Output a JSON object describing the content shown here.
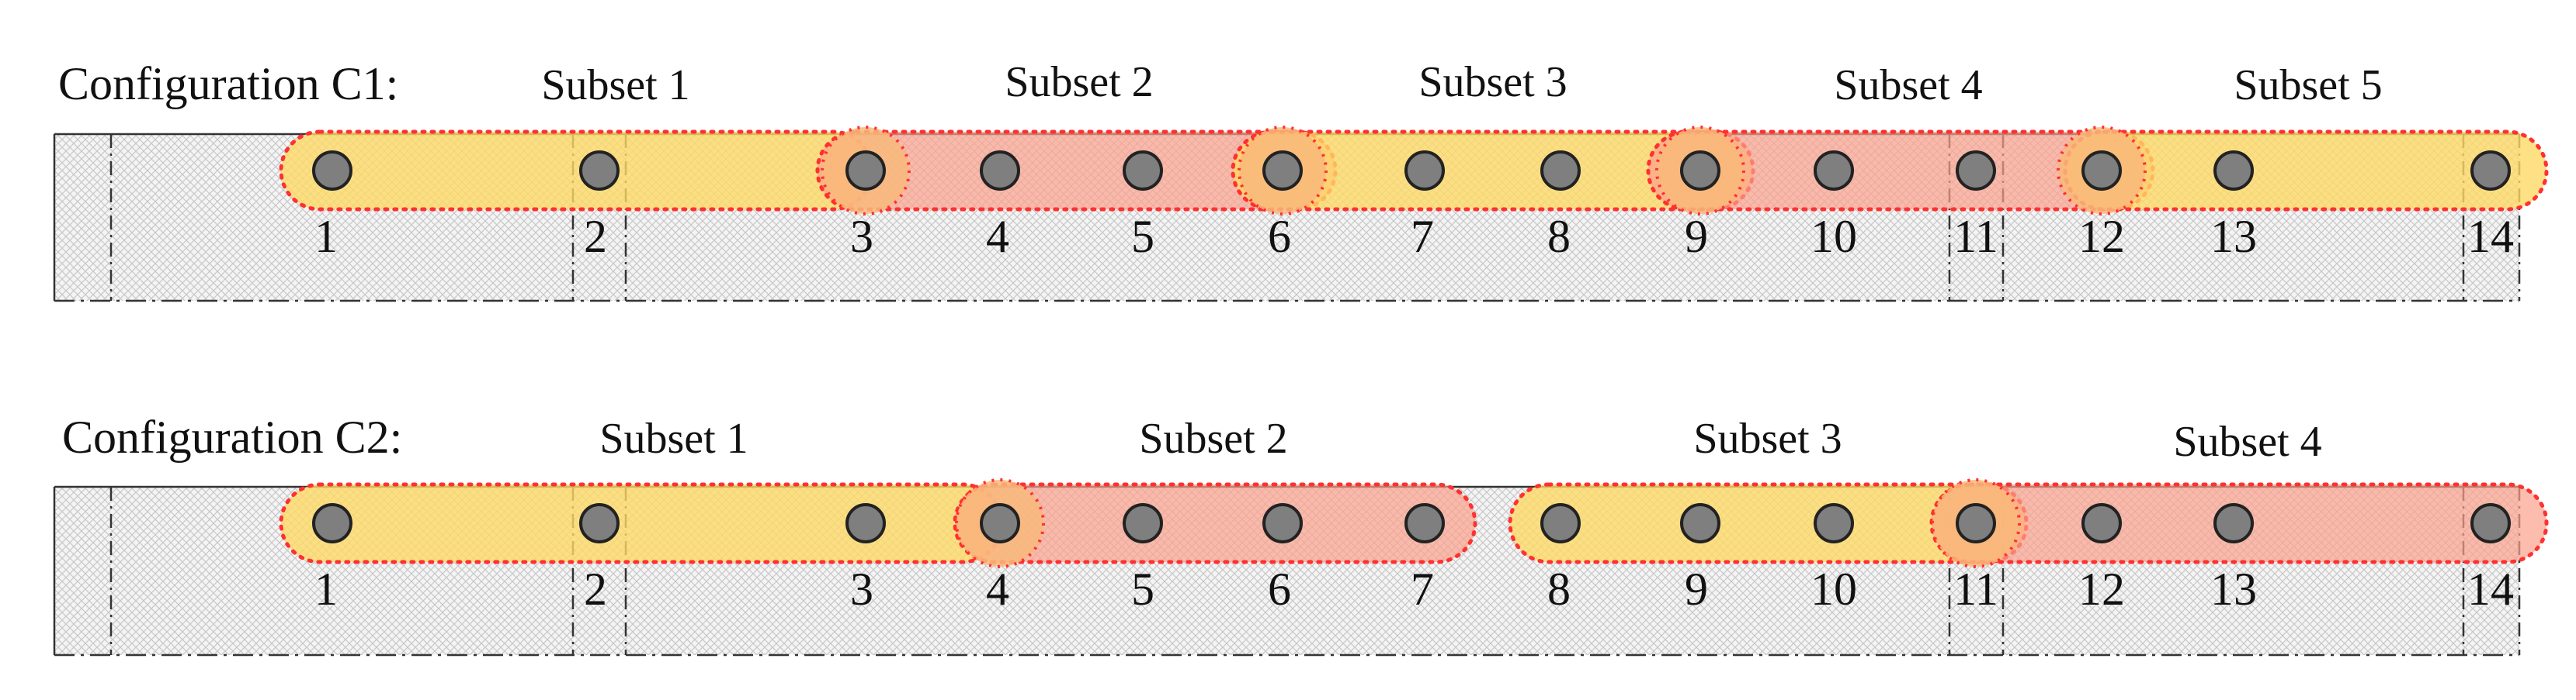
{
  "colors": {
    "background": "#ffffff",
    "strip_fill": "#f4f4f4",
    "hatch": "#c8c8c8",
    "frame": "#333333",
    "node_fill": "#7f7f7f",
    "node_stroke": "#222222",
    "subset_yellow": "#ffd966",
    "subset_red": "#fb9f8c",
    "overlap": "#f9b97a",
    "dotted_border": "#ff3030"
  },
  "configurations": [
    {
      "label": "Configuration C1:",
      "subsets": [
        {
          "label": "Subset 1",
          "from": 1,
          "to": 3,
          "color": "yellow"
        },
        {
          "label": "Subset 2",
          "from": 3,
          "to": 6,
          "color": "red"
        },
        {
          "label": "Subset 3",
          "from": 6,
          "to": 9,
          "color": "yellow"
        },
        {
          "label": "Subset 4",
          "from": 9,
          "to": 12,
          "color": "red"
        },
        {
          "label": "Subset 5",
          "from": 12,
          "to": 14,
          "color": "yellow"
        }
      ],
      "shared_nodes": [
        3,
        6,
        9,
        12
      ]
    },
    {
      "label": "Configuration C2:",
      "subsets": [
        {
          "label": "Subset 1",
          "from": 1,
          "to": 4,
          "color": "yellow"
        },
        {
          "label": "Subset 2",
          "from": 4,
          "to": 7,
          "color": "red"
        },
        {
          "label": "Subset 3",
          "from": 8,
          "to": 11,
          "color": "yellow"
        },
        {
          "label": "Subset 4",
          "from": 11,
          "to": 14,
          "color": "red"
        }
      ],
      "shared_nodes": [
        4,
        11
      ]
    }
  ],
  "nodes": [
    "1",
    "2",
    "3",
    "4",
    "5",
    "6",
    "7",
    "8",
    "9",
    "10",
    "11",
    "12",
    "13",
    "14"
  ]
}
